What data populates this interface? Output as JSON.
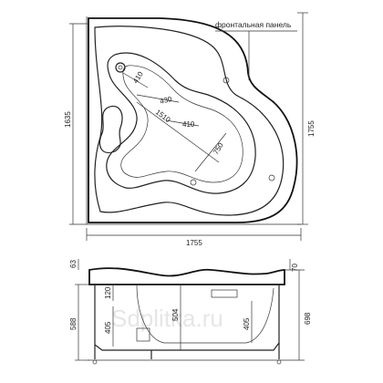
{
  "front_panel_label": "фронтальная панель",
  "watermark": "Sdplitka.ru",
  "top_view": {
    "dim_overall_height": "1635",
    "dim_overall_height_right": "1755",
    "dim_overall_width": "1755",
    "dim_410_top": "410",
    "dim_430": "430",
    "dim_1510": "1510",
    "dim_410_mid": "410",
    "dim_750": "750"
  },
  "side_view": {
    "dim_63": "63",
    "dim_70": "70",
    "dim_120": "120",
    "dim_405_left": "405",
    "dim_504": "504",
    "dim_405_right": "405",
    "dim_588": "588",
    "dim_698": "698"
  }
}
